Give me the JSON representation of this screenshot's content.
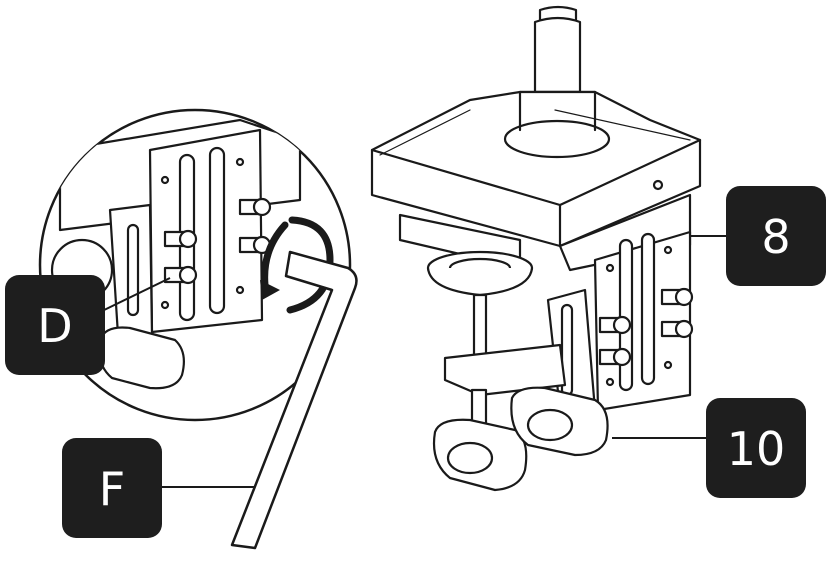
{
  "callouts": {
    "d": {
      "label": "D"
    },
    "f": {
      "label": "F"
    },
    "part_8": {
      "label": "8"
    },
    "part_10": {
      "label": "10"
    }
  },
  "colors": {
    "ink": "#1a1a1a",
    "callout_fill": "#1e1e1e",
    "callout_text": "#ffffff",
    "part_fill": "#ffffff"
  }
}
